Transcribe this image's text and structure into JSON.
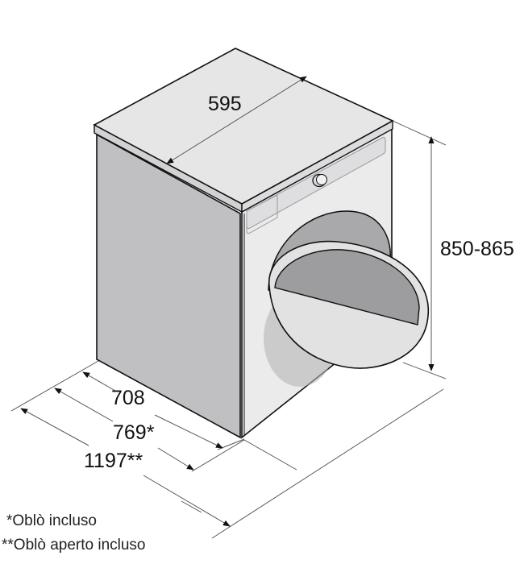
{
  "diagram": {
    "subject": "Appliance (washer/dryer) dimension drawing, isometric view with door open",
    "units": "mm",
    "colors": {
      "top_face": "#e6e6e7",
      "side_face": "#c0c0c3",
      "front_face": "#ebebec",
      "drum_dark": "#9d9da0",
      "door_ring": "#e2e2e3",
      "outline": "#111111",
      "dimension_line": "#555555"
    }
  },
  "dimensions": {
    "width": {
      "label": "595",
      "value": 595
    },
    "height": {
      "label": "850-865",
      "min": 850,
      "max": 865
    },
    "depth": {
      "label": "708",
      "value": 708
    },
    "depth_with_door": {
      "label": "769*",
      "value": 769
    },
    "depth_door_open": {
      "label": "1197**",
      "value": 1197
    }
  },
  "notes": {
    "single_asterisk": "*Oblò incluso",
    "double_asterisk": "**Oblò aperto incluso"
  }
}
